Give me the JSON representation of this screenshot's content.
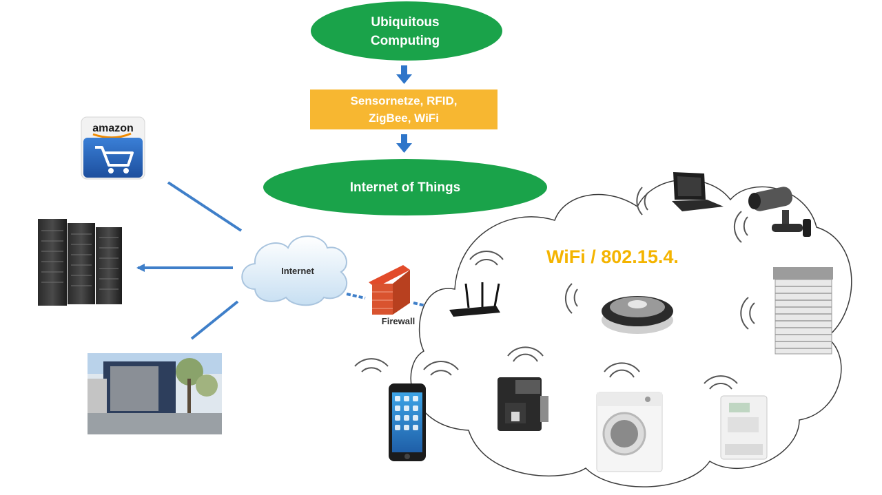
{
  "nodes": {
    "ubiquitous": {
      "line1": "Ubiquitous",
      "line2": "Computing"
    },
    "sensors": {
      "line1": "Sensornetze, RFID,",
      "line2": "ZigBee, WiFi"
    },
    "iot": {
      "label": "Internet of Things"
    },
    "internet": {
      "label": "Internet"
    },
    "firewall": {
      "label": "Firewall"
    },
    "wifi_network": {
      "label": "WiFi / 802.15.4."
    },
    "amazon": {
      "label": "amazon"
    }
  },
  "colors": {
    "ellipse_green": "#1aa34a",
    "box_orange": "#f7b731",
    "arrow_blue": "#2e75c9",
    "connector_blue": "#3f7fc9",
    "wifi_yellow": "#f4b400"
  },
  "icons": [
    "amazon-icon",
    "server-rack-icon",
    "building-icon",
    "cloud-icon",
    "firewall-icon",
    "router-icon",
    "laptop-icon",
    "security-camera-icon",
    "robot-vacuum-icon",
    "window-blind-icon",
    "smartphone-icon",
    "coffee-machine-icon",
    "washing-machine-icon",
    "smart-meter-icon",
    "wifi-signal-icon"
  ]
}
